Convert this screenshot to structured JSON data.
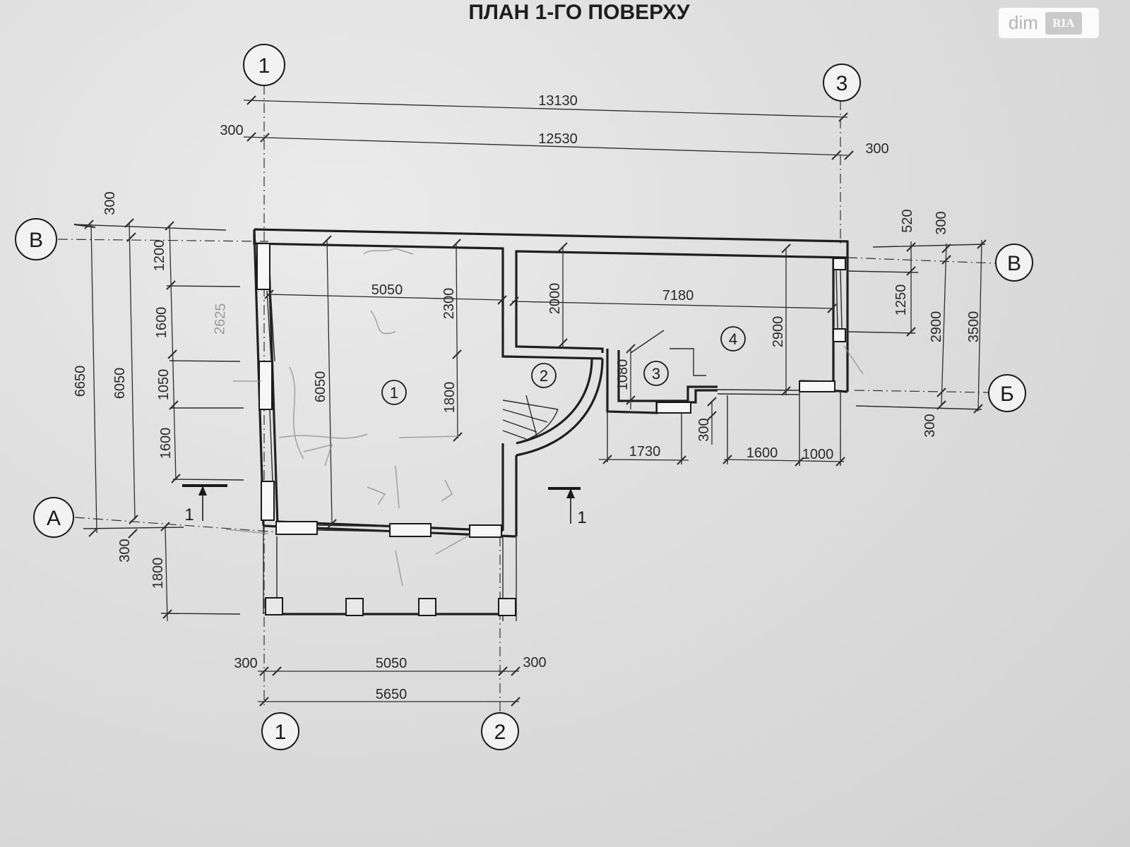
{
  "title": "ПЛАН 1-ГО ПОВЕРХУ",
  "watermark": {
    "brand": "dim",
    "badge": "RIA"
  },
  "axes": {
    "a1_top": "1",
    "a3_top": "3",
    "a1_bottom": "1",
    "a2_bottom": "2",
    "v_left": "В",
    "a_left": "А",
    "v_right": "В",
    "b_right": "Б"
  },
  "rooms": {
    "r1": "1",
    "r2": "2",
    "r3": "3",
    "r4": "4"
  },
  "section_marks": {
    "left": "1",
    "right": "1"
  },
  "dims": {
    "top_overall": "13130",
    "top_axes": "12530",
    "top_left_offset": "300",
    "top_right_offset": "300",
    "room1_width": "5050",
    "room4_width": "7180",
    "room1_h_top": "2300",
    "room1_h_bottom": "1800",
    "room1_depth": "6050",
    "room4_top": "2000",
    "room4_h": "2900",
    "room3_h": "1080",
    "left_overall": "6650",
    "left_axes": "6050",
    "left_top_offset": "300",
    "left_1200": "1200",
    "left_1600a": "1600",
    "left_1050": "1050",
    "left_1600b": "1600",
    "left_bottom_offset": "300",
    "porch_depth": "1800",
    "right_520": "520",
    "right_1250": "1250",
    "right_300_top": "300",
    "right_2900": "2900",
    "right_3500": "3500",
    "right_300_bottom": "300",
    "step_1730": "1730",
    "step_300": "300",
    "step_1600": "1600",
    "step_1000": "1000",
    "bottom_300_left": "300",
    "bottom_5050": "5050",
    "bottom_300_right": "300",
    "bottom_5650": "5650",
    "pencil_note": "2625"
  }
}
